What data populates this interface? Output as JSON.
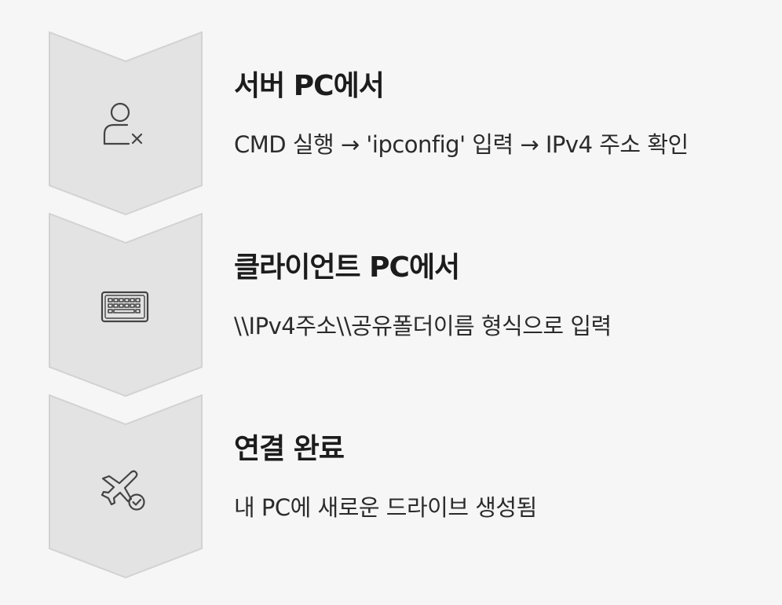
{
  "steps": [
    {
      "icon": "user-x-icon",
      "title": "서버 PC에서",
      "description": "CMD 실행 → 'ipconfig' 입력 → IPv4 주소 확인"
    },
    {
      "icon": "keyboard-icon",
      "title": "클라이언트 PC에서",
      "description": "\\\\IPv4주소\\\\공유폴더이름 형식으로 입력"
    },
    {
      "icon": "plane-check-icon",
      "title": "연결 완료",
      "description": "내 PC에 새로운 드라이브 생성됨"
    }
  ],
  "colors": {
    "background": "#f6f6f6",
    "chevron_fill": "#e3e3e3",
    "chevron_stroke": "#d2d2d2",
    "icon_stroke": "#444444",
    "title_text": "#1c1c1c",
    "desc_text": "#2b2b2b"
  }
}
